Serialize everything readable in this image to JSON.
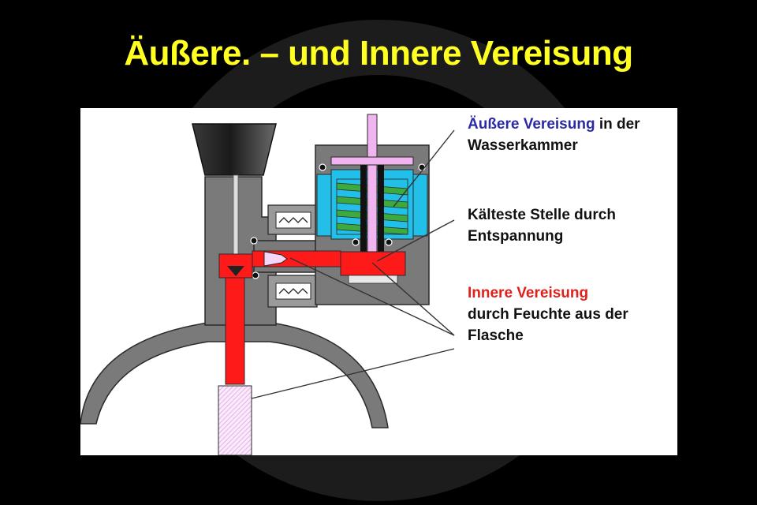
{
  "title": "Äußere. – und Innere Vereisung",
  "labels": {
    "outer": {
      "highlight": "Äußere Vereisung",
      "rest_line1": " in der",
      "line2": "Wasserkammer"
    },
    "cold": {
      "line1": "Kälteste Stelle durch",
      "line2": "Entspannung"
    },
    "inner": {
      "highlight": "Innere Vereisung",
      "line2": "durch Feuchte aus der",
      "line3": "Flasche"
    }
  },
  "colors": {
    "title": "#ffff22",
    "background": "#000000",
    "panel": "#ffffff",
    "housing": "#7a7a7a",
    "gas_flow": "#ff1a1a",
    "water_chamber": "#22bfe8",
    "spring": "#3caa3c",
    "spindle": "#f0b4f0",
    "outer_icing_text": "#2a2aa6",
    "inner_icing_text": "#e0201a"
  }
}
